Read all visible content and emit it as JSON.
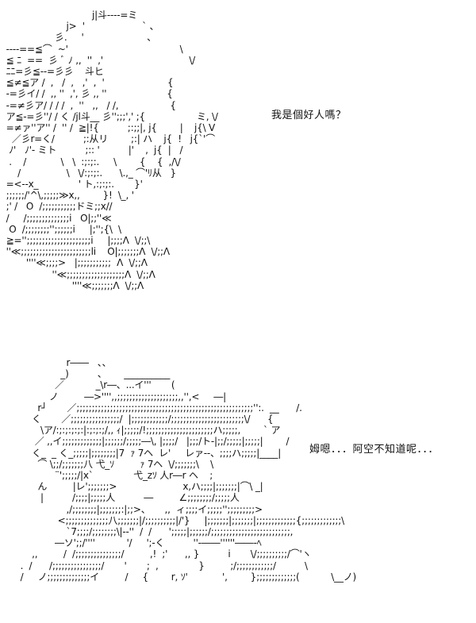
{
  "page": {
    "background": "#ffffff",
    "text_color": "#111111"
  },
  "panels": [
    {
      "id": "top",
      "speech": "我是個好人嗎？",
      "art": "                               j|斗----=ミ\n                      j>  '                    ` 、\n                  彡.     '                      、\n ----==≦⌒  ~'                                       \\\n ≦ ﾆ  ==  彡 ﾞ ﾉ ,,  ''  ,'                              \\/\n ﾆﾆ=彡≦--=彡彡    斗ヒ\n ≦≠≦ア /  ,   /  ,   ,'  ,  '                      {\n -=彡イ/ /  ,, ''  ,', 彡 ,, ''                     {\n -=≠彡ア/ / / /  ,  ''   ,,   / /,                  {\n ア≦-=彡''/ / く /jl斗__ 彡'';;;',' ;{                  ミ, \\/\n =≠ァ''ア'' /  '' /  ≧|!{          ;:;;|, j{        |    j{\\ V\n   ／彡r=く/          ;:从リ        ;:| ハ    j{  !   j{`'⌒\n  ﾉ'   ﾉ'- ミト          ;:: '          |'    ,  j{  |   /\n  .    /            \\   \\  :;:;:.     \\        {    {  ,/\\/\n     /                \\   \\/:;:;:.      \\.,_ ⌒'ﾘ从   }\n =<--x_              ' ト,:;:;:.       }'\n ;;;;;;/'^\\,;;;;;≫x,,        }!  \\_, '\n ;' /   O  /;;;;;;;;;;;ドミ;;x//\n /     /;;;;;;;;;;;;;;i   O|;;''≪\n  O  /;;;;;;;;'';;;;;;i     |;'';{\\  \\\n ≧='';;;;;;;;;;;;;;;;;;;;;i     |;;;;Λ  \\/;;\\\n ''≪;;;;;;;;;;;;;;;;;;;;;;;li    O|;;;;;;;Λ  \\/;;Λ\n        ''''≪;;;;>   |;;;;;;;;;;;  Λ  \\/;;Λ\n                 ''≪;;;;;;;;;;;;;;;;;;;Λ  \\/;;Λ\n                        ''''≪;;;;;;;Λ  \\/;;Λ"
    },
    {
      "id": "bottom",
      "speech": "姆嗯．．．阿空不知道呢．．．",
      "art": "                      r――   、、\n                    _)          、      __________\n                  ／           _\\r―、...イ'''       (\n                ノ         ―>'''',,;;;;;;;;;;;;;;;;;;;;,,'',<     ―|\n            r┘       ／;;;;;;;;;;;;;;;;;;;;;;;;;;;;;;;;;;;;;;;;;;;;;;;;;;;;;;;;;;'':.  __      /.\n          く       ／;;;;;;;;;;;;;;;;/  |;;;;;;;;;;;;/;;;;;;;;;;;;;;;;;;;;;;;;\\/      {\n             \\ア/:;:;:;:;:|:;:;:;/,, ｨ|;;;;;/!;;;;;;;;;;;;;;;;;;;;;;ハ;;;;;,        ` ア\n           ／ ,,イ;;;;;;;;;;;;;|;;;;;;/;;;;;―\\, |;;;;/   |;;;/ト-|;;/;;;;;|;;;;;|        /\n          く_  _ く_;;;;;|;;;;;;;;|7  ｧ 7ヘ  レ'     レァ--、;;;;ハ;;;;;|____|\n            ⌒ \\;;/;;;;;;;八 弋_ｿ         ｧ 7ヘ  \\/;;;;;;;\\    \\\n                  ¨';;;;;/|x`              弋_zｿ 人r―r ヘ    ;\n            ん         |レ';;;;;;;>                       x,ハ;;;;|;;;;;;;|⌒\\ _|\n             |          /;;;;|;;;;;人          ―         ∠;;;;;;;;/;;;;;人\n                      ,/;;;;;;;;|;;;;;;;:|;;>、     ,,  ィ;;;;イ;;;;;'';;;;;;;;;>\n                   <;;;;;;;;;;;;;;八;;;;;;;|/;;;;;;;;;;|/'}     |;;;;;;;|;;;;;;;|;;;;;;;;;;;;;{;;;;;;;;;;;;;\\\n                      `7;;;;/;;;;;;;;\\|--''  /  /      ';;;;;|;;;;;;/;;;;;;;;;;;;;;;;;;;;;;;;;;,\n                  ―ソ';;/''''           '/     ';-く          ''-――''''''――-ﾍ\n          ,,         /  /;;;;;;;;;;;;;;;/         ,!  ;'      ,, }          i       \\/;;;;;;;;;;/⌒'ヽ\n      .  /      /;;;;;;;;;;;;;;;;/       '       ;  ,              }         ;/;;;;;;;;;;;;/          \\\n      /     ノ;;;;;;;;;;;;;;イ         /     {        r, ｿ'            ',        };;;;;;;;;;;;;(           \\__ノ)"
    }
  ]
}
